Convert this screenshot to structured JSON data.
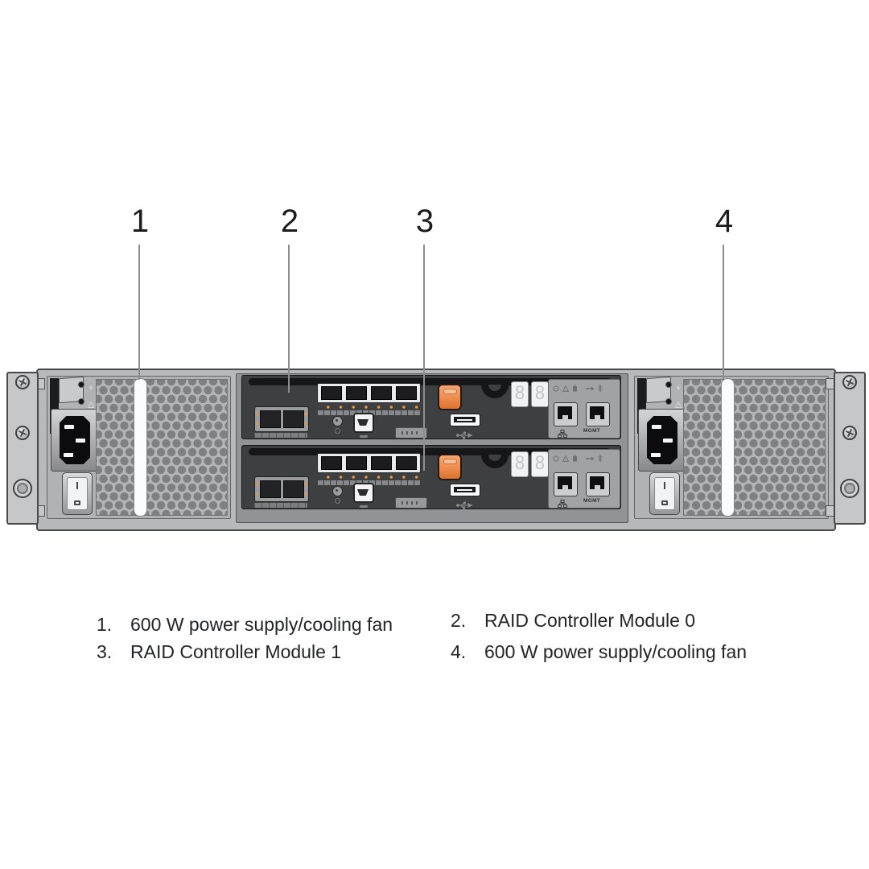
{
  "figure": {
    "callouts": [
      {
        "marker": "1",
        "number": "1.",
        "label": "600 W power supply/cooling fan"
      },
      {
        "marker": "2",
        "number": "2.",
        "label": "RAID Controller Module 0"
      },
      {
        "marker": "3",
        "number": "3.",
        "label": "RAID Controller Module 1"
      },
      {
        "marker": "4",
        "number": "4.",
        "label": "600 W power supply/cooling fan"
      }
    ]
  },
  "controller_module": {
    "segment_digits": [
      "8",
      "8"
    ],
    "mgmt_label": "MGMT"
  },
  "icons": {
    "psu_leds": [
      "dc-power",
      "fault-warning",
      "ac-power"
    ],
    "controller_status": [
      "power",
      "fault-triangle",
      "battery",
      "cache-arrow",
      "identify"
    ],
    "usb": "usb-trident",
    "lan": "network-tree"
  },
  "colors": {
    "chassis_gray": "#b8b9bb",
    "bay_gray": "#929396",
    "panel_dark": "#3e3f41",
    "latch_orange": "#ee8c4e",
    "led_orange": "#f0953b"
  }
}
